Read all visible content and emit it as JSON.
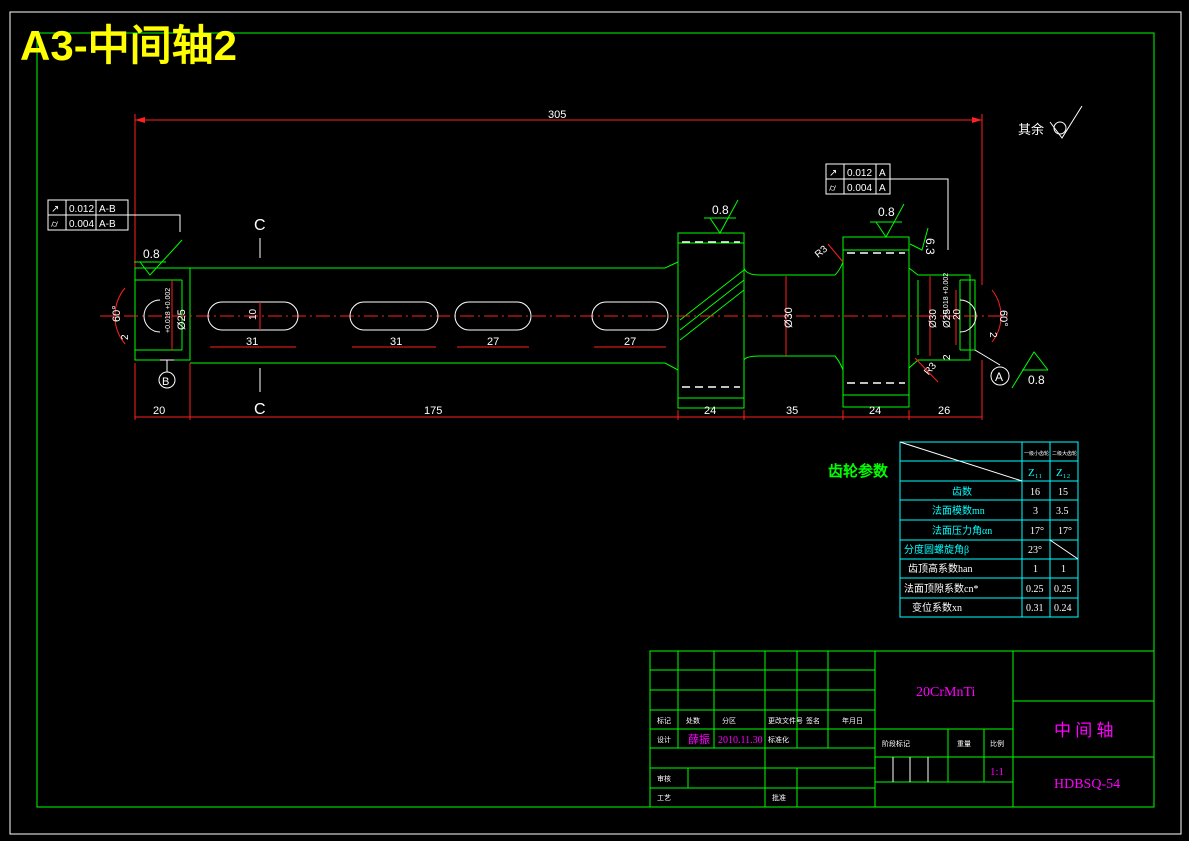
{
  "title": "A3-中间轴2",
  "roughness_default": {
    "label": "其余"
  },
  "dimensions": {
    "total_length": "305",
    "seg_left": "20",
    "seg_175": "175",
    "seg_24a": "24",
    "seg_35": "35",
    "seg_24b": "24",
    "seg_26": "26",
    "key1": "31",
    "key2": "31",
    "key3": "27",
    "key4": "27",
    "key_width": "10",
    "dia_left": "Ø25",
    "dia_left_tol": "+0.018 +0.002",
    "dia_mid": "Ø30",
    "dia_right1": "Ø30",
    "dia_right2": "Ø25",
    "dia_right_tol": "+0.018 +0.002",
    "right_20": "20",
    "right_2": "2",
    "radius1": "R3",
    "radius2": "R3",
    "chamfer_right": "6.3",
    "center_angle_left": "60°",
    "center_angle_right": "60°",
    "center_2a": "2",
    "center_2b": "2"
  },
  "roughness": {
    "left": "0.8",
    "gear1": "0.8",
    "gear2": "0.8",
    "right": "0.8"
  },
  "section_marks": {
    "top": "C",
    "bottom": "C"
  },
  "datums": {
    "left": "B",
    "right": "A"
  },
  "tolerance_left": [
    {
      "symbol": "↗",
      "value": "0.012",
      "ref": "A-B"
    },
    {
      "symbol": "⌭",
      "value": "0.004",
      "ref": "A-B"
    }
  ],
  "tolerance_right": [
    {
      "symbol": "↗",
      "value": "0.012",
      "ref": "A"
    },
    {
      "symbol": "⌭",
      "value": "0.004",
      "ref": "A"
    }
  ],
  "gear_params": {
    "caption": "齿轮参数",
    "header": [
      "",
      "一级小齿轮",
      "二级大齿轮"
    ],
    "symbols": [
      "Z₁₁",
      "Z₁₂"
    ],
    "rows": [
      {
        "label": "齿数",
        "v1": "16",
        "v2": "15"
      },
      {
        "label": "法面模数mn",
        "v1": "3",
        "v2": "3.5"
      },
      {
        "label": "法面压力角αn",
        "v1": "17°",
        "v2": "17°"
      },
      {
        "label": "分度圆螺旋角β",
        "v1": "23°",
        "v2": ""
      },
      {
        "label": "齿顶高系数han",
        "v1": "1",
        "v2": "1"
      },
      {
        "label": "法面顶隙系数cn*",
        "v1": "0.25",
        "v2": "0.25"
      },
      {
        "label": "变位系数xn",
        "v1": "0.31",
        "v2": "0.24"
      }
    ]
  },
  "title_block": {
    "material": "20CrMnTi",
    "part_name": "中 间 轴",
    "drawing_no": "HDBSQ-54",
    "scale": "1:1",
    "col_labels": [
      "标记",
      "处数",
      "分区",
      "更改文件号",
      "签名",
      "年月日"
    ],
    "design_label": "设计",
    "designer": "薛振",
    "date": "2010.11.30",
    "std_label": "标准化",
    "review_label": "审核",
    "process_label": "工艺",
    "approve_label": "批准",
    "stage_label": "阶段标记",
    "weight_label": "重量",
    "scale_label": "比例"
  }
}
